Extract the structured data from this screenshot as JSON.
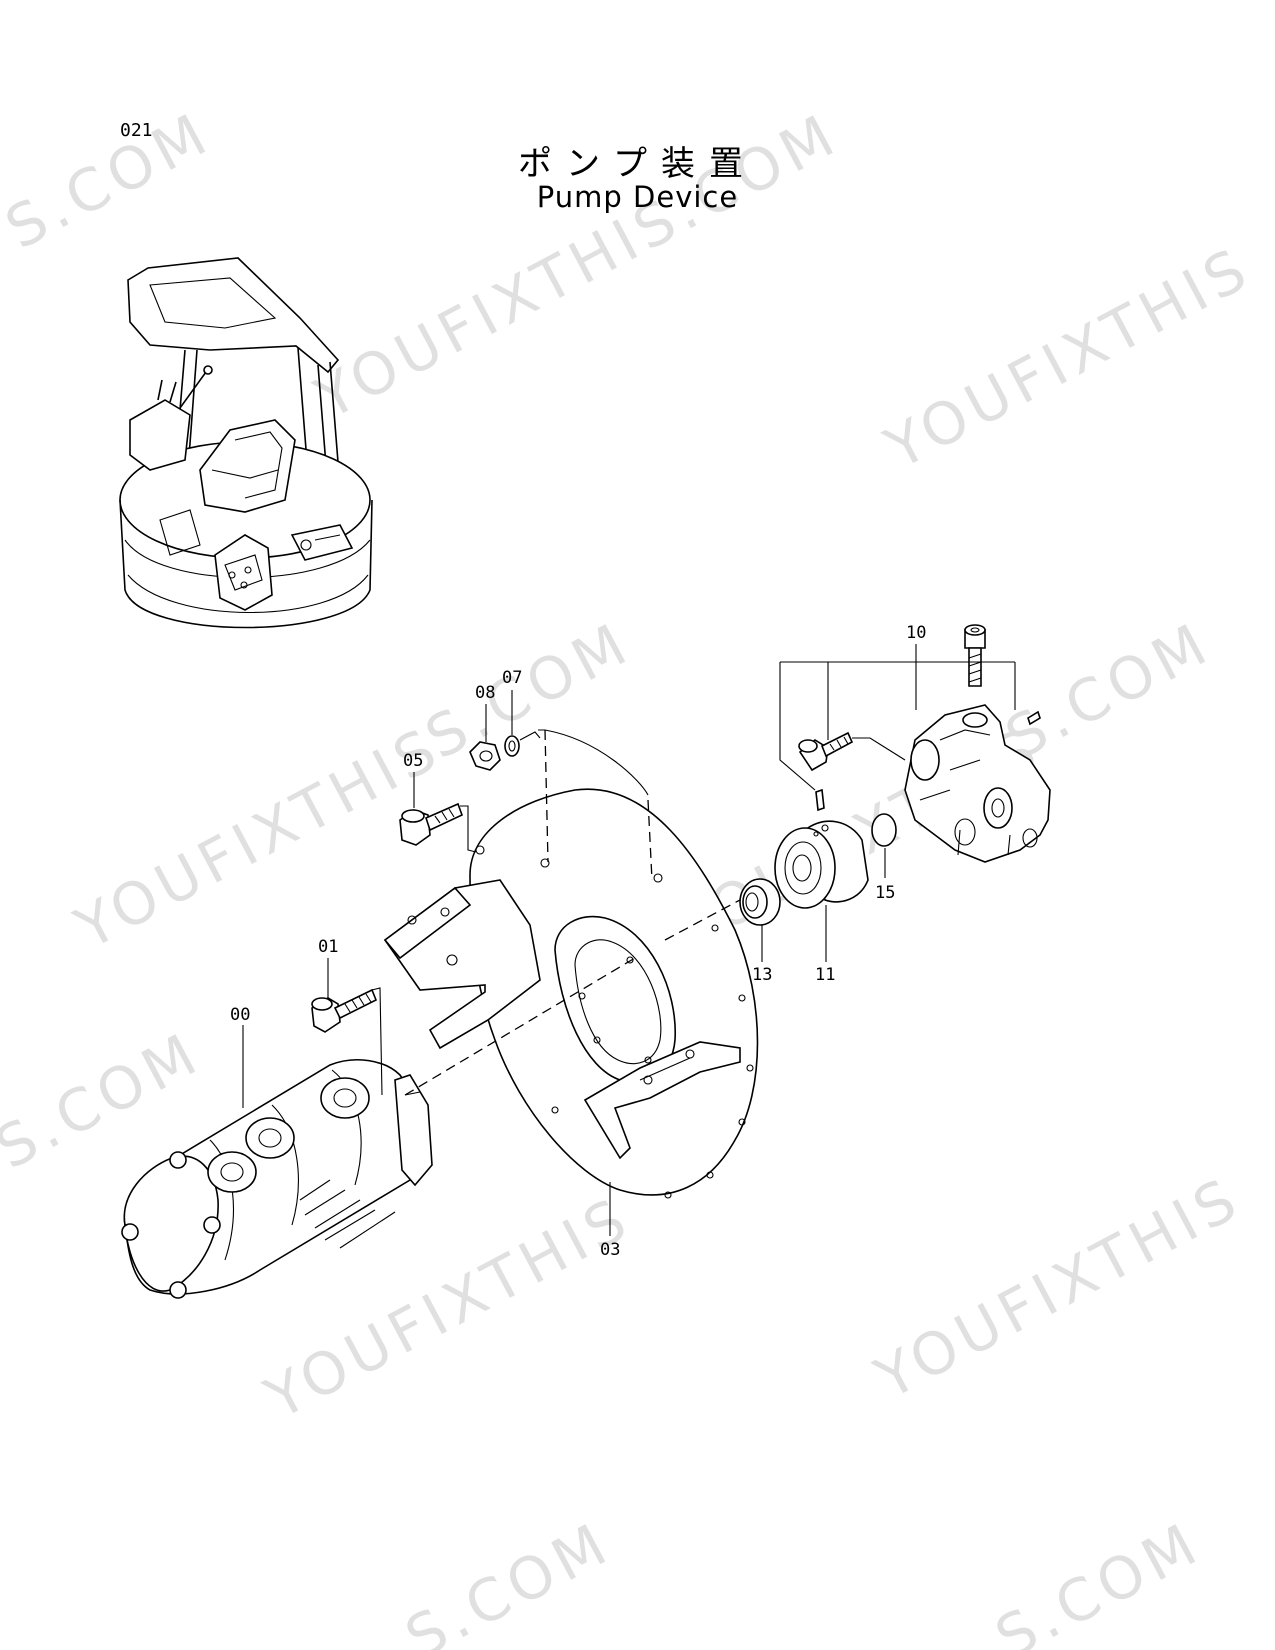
{
  "page_number": "021",
  "title_jp": "ポンプ装置",
  "title_en": "Pump Device",
  "watermark": {
    "text_a": "YOUFIXTHIS",
    "text_b": "S.COM",
    "text_c": "YOUFIXTHIS.COM"
  },
  "parts": [
    {
      "id": "p00",
      "label": "00"
    },
    {
      "id": "p01",
      "label": "01"
    },
    {
      "id": "p03",
      "label": "03"
    },
    {
      "id": "p05",
      "label": "05"
    },
    {
      "id": "p07",
      "label": "07"
    },
    {
      "id": "p08",
      "label": "08"
    },
    {
      "id": "p10",
      "label": "10"
    },
    {
      "id": "p11",
      "label": "11"
    },
    {
      "id": "p13",
      "label": "13"
    },
    {
      "id": "p15",
      "label": "15"
    }
  ]
}
